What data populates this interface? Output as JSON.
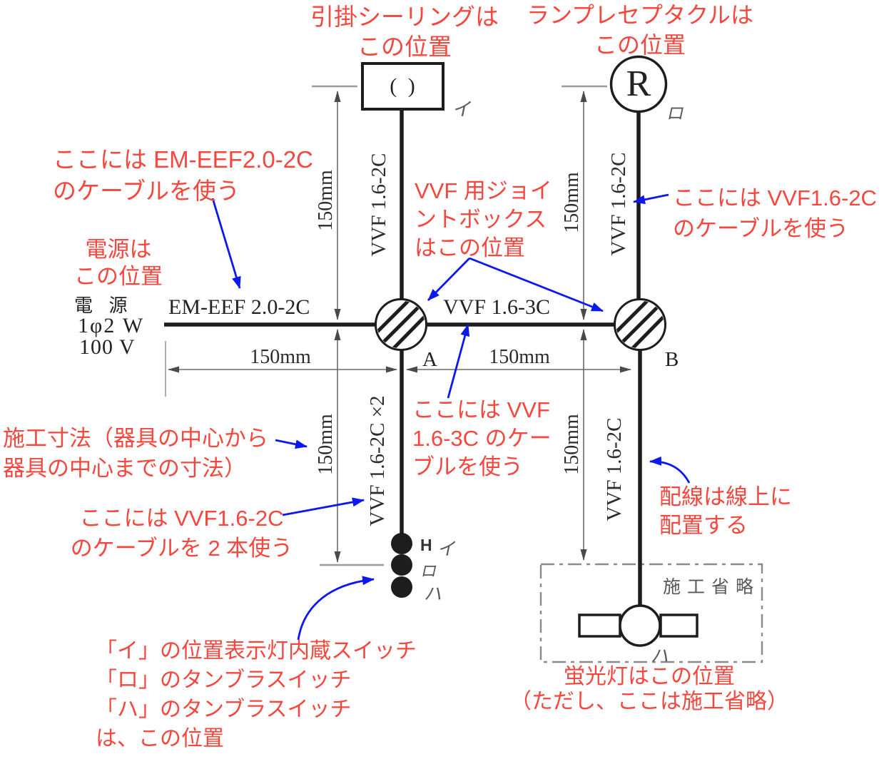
{
  "colors": {
    "annotation_red": "#f5473d",
    "arrow_blue": "#0d18ef",
    "line_black": "#1d1d1d",
    "dim_gray": "#6b6b6b",
    "tick_gray": "#9a9a9a",
    "tag_gray": "#585858",
    "dim_text": "#2b2b2b"
  },
  "annotations": {
    "ceiling": [
      "引掛シーリングは",
      "この位置"
    ],
    "receptacle": [
      "ランプレセプタクルは",
      "この位置"
    ],
    "em_eef_note": [
      "ここには EM-EEF2.0-2C",
      "のケーブルを使う"
    ],
    "power_note": [
      "電源は",
      "この位置"
    ],
    "joint_box_note": [
      "VVF 用ジョイ",
      "ントボックス",
      "はこの位置"
    ],
    "vvf162_right_note": [
      "ここには VVF1.6-2C",
      "のケーブルを使う"
    ],
    "vvf163_note": [
      "ここには VVF",
      "1.6-3C のケー",
      "ブルを使う"
    ],
    "dimension_note": [
      "施工寸法（器具の中心から",
      "器具の中心までの寸法）"
    ],
    "vvf162_x2_note": [
      "ここには VVF1.6-2C",
      "のケーブルを 2 本使う"
    ],
    "switches_note": [
      "「イ」の位置表示灯内蔵スイッチ",
      "「ロ」のタンブラスイッチ",
      "「ハ」のタンブラスイッチ",
      "は、この位置"
    ],
    "wiring_note": [
      "配線は線上に",
      "配置する"
    ],
    "fluorescent_note": [
      "蛍光灯はこの位置",
      "（ただし、ここは施工省略）"
    ]
  },
  "labels": {
    "power": [
      "電 源",
      "1φ2 W",
      "100 V"
    ],
    "em_eef_cable": "EM-EEF 2.0-2C",
    "vvf163_cable": "VVF 1.6-3C",
    "vvf162_cable": "VVF 1.6-2C",
    "vvf162_x2_cable": "VVF 1.6-2C ×2",
    "dim150": "150mm",
    "junction_a": "A",
    "junction_b": "B",
    "receptacle_symbol": "R",
    "rosette_symbol": "( )",
    "switch_pilot": "H",
    "tag_i": "イ",
    "tag_ro": "ロ",
    "tag_ha": "ハ",
    "shoryaku": "施工省略"
  }
}
